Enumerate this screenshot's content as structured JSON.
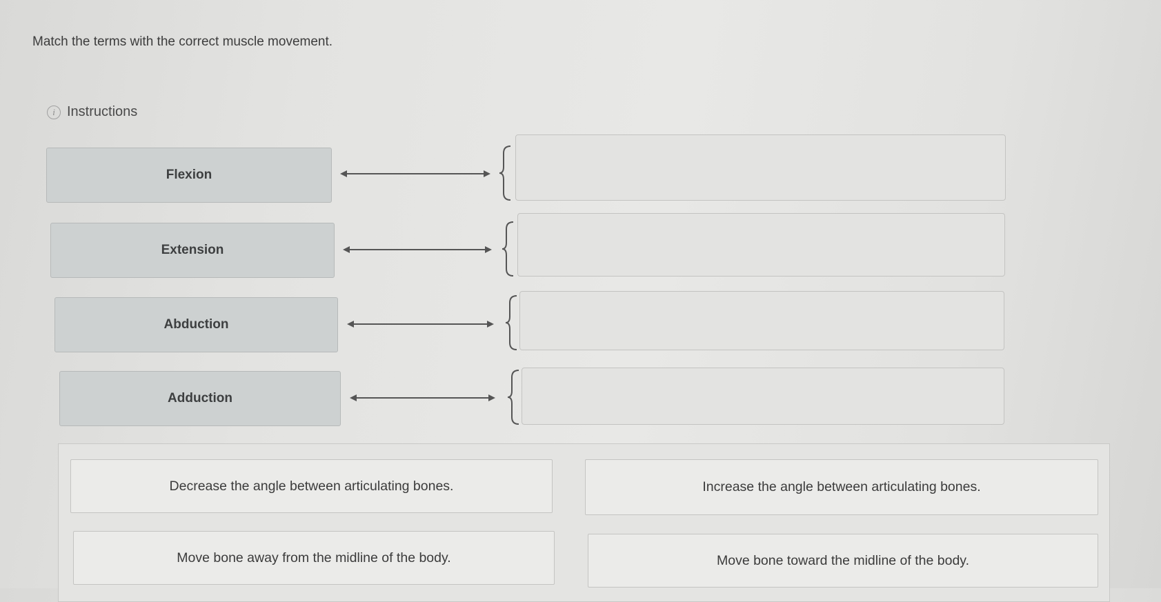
{
  "prompt": "Match the terms with the correct muscle movement.",
  "instructions_label": "Instructions",
  "icons": {
    "info": "info-circle-icon",
    "arrow": "double-arrow-icon",
    "brace": "curly-brace-icon"
  },
  "terms": [
    {
      "label": "Flexion"
    },
    {
      "label": "Extension"
    },
    {
      "label": "Abduction"
    },
    {
      "label": "Adduction"
    }
  ],
  "targets": [
    "",
    "",
    "",
    ""
  ],
  "answer_bank": [
    {
      "label": "Decrease the angle between articulating bones."
    },
    {
      "label": "Increase the angle between articulating bones."
    },
    {
      "label": "Move bone away from the midline of the body."
    },
    {
      "label": "Move bone toward the midline of the body."
    }
  ],
  "colors": {
    "term_bg": "#cdd1d1",
    "target_bg": "#e3e3e1",
    "connector": "#555555"
  }
}
